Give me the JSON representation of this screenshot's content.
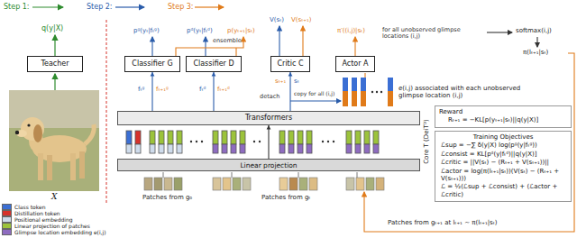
{
  "diagram": {
    "nodes": [
      {
        "text": [
          "Teacher"
        ]
      },
      {
        "text": [
          "Classifier G"
        ]
      },
      {
        "text": [
          "Classifier D"
        ]
      },
      {
        "text": [
          "Critic C"
        ]
      },
      {
        "text": [
          "Actor A"
        ]
      },
      {
        "text": [
          "Transformers"
        ]
      },
      {
        "text": [
          "Linear projection"
        ]
      },
      {
        "text": [
          "Reward",
          "Rₜ₊₁ = −KL[p(yₜ₊₁|sₜ)||q(y|X)]"
        ]
      },
      {
        "text": [
          "Training Objectives",
          "ℒsup = −∑ δ(y|X) log(pᵍ(y|fₜᵍ))",
          "ℒconsist = KL[pᵈ(y|fₜᵈ)||q(y|X)]",
          "ℒcritic = ||V(sₜ) − (Rₜ₊₁ + V(sₜ₊₁))||",
          "ℒactor = log(π(lₜ₊₁|sₜ))(V(sₜ) − (Rₜ₊₁ + V(sₜ₊₁)))",
          "ℒ = ½(ℒsup + ℒconsist) + (ℒactor + ℒcritic)"
        ]
      }
    ],
    "edges": [
      {
        "from": 5,
        "to": 1,
        "arrow": "to"
      },
      {
        "from": 5,
        "to": 2,
        "arrow": "to"
      },
      {
        "from": 5,
        "to": 3,
        "arrow": "to"
      },
      {
        "from": 6,
        "to": 5,
        "arrow": "to"
      }
    ],
    "labels": [
      "Step 1:",
      "Step 2:",
      "Step 3:",
      "q(y|X)",
      "X",
      "pᵍ(yₜ|fₜᵍ)",
      "pᵈ(yₜ|fₜᵈ)",
      "p(yₜ₊₁|sₜ)",
      "ensemble",
      "V(sₜ)",
      "V(sₜ₊₁)",
      "π′((i,j)|sₜ)",
      "for all unobserved glimpse locations (i,j)",
      "softmax(i,j)",
      "π(lₜ₊₁|sₜ)",
      "fₜᵍ",
      "fₜ₊₁ᵍ",
      "fₜᵈ",
      "fₜ₊₁ᵈ",
      "detach",
      "sₜ₊₁",
      "sₜ",
      "copy for all (i,j)",
      "e(i,j) associated with each unobserved glimpse location (i,j)",
      "Core T (DeiTᴰ)",
      "Patches from g₀",
      "Patches from gₜ",
      "Patches from gₜ₊₁ at lₜ₊₁ ∼ π(lₜ₊₁|sₜ)"
    ],
    "legend": [
      {
        "text": "Class token",
        "color": "#3b6fd4"
      },
      {
        "text": "Distillation token",
        "color": "#d6322b"
      },
      {
        "text": "Positional embedding",
        "color": "#cfdcec"
      },
      {
        "text": "Linear projection of patches",
        "color": "#9cc33b"
      },
      {
        "text": "Glimpse location embedding e(i,j)",
        "color": "#8e6cc0"
      }
    ]
  }
}
